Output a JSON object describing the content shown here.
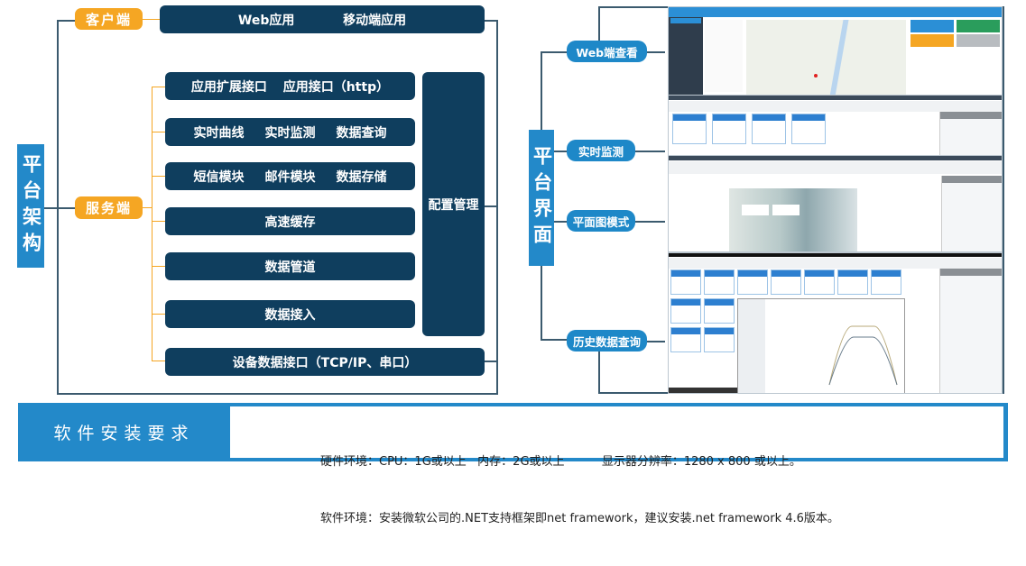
{
  "architecture": {
    "title": "平台架构",
    "client": {
      "label": "客户端",
      "items": [
        "Web应用",
        "移动端应用"
      ]
    },
    "server": {
      "label": "服务端",
      "rows": [
        [
          "应用扩展接口",
          "应用接口（http）"
        ],
        [
          "实时曲线",
          "实时监测",
          "数据查询"
        ],
        [
          "短信模块",
          "邮件模块",
          "数据存储"
        ],
        [
          "高速缓存"
        ],
        [
          "数据管道"
        ],
        [
          "数据接入"
        ]
      ],
      "config": "配置管理",
      "device_interface": "设备数据接口（TCP/IP、串口）"
    }
  },
  "interface": {
    "title": "平台界面",
    "views": [
      "Web端查看",
      "实时监测",
      "平面图模式",
      "历史数据查询"
    ]
  },
  "requirements": {
    "title": "软件安装要求",
    "hardware": "硬件环境：CPU：1G或以上   内存：2G或以上          显示器分辨率：1280 x 800 或以上。",
    "software": "软件环境：安装微软公司的.NET支持框架即net framework，建议安装.net framework 4.6版本。"
  },
  "colors": {
    "accent_blue": "#2389c9",
    "dark_navy": "#0f3e5e",
    "orange": "#f5a623"
  }
}
